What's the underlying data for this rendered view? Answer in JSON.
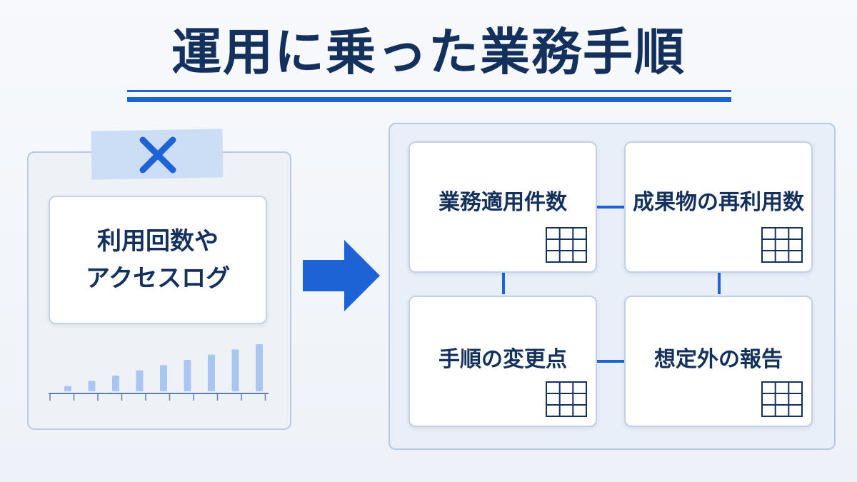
{
  "title": "運用に乗った業務手順",
  "left": {
    "card_lines": [
      "利用回数や",
      "アクセスログ"
    ],
    "bar_chart": {
      "relative_heights": [
        1,
        2,
        3,
        4,
        5,
        6,
        7,
        8,
        9
      ]
    }
  },
  "right": {
    "boxes": [
      {
        "label": "業務適用件数"
      },
      {
        "label": "成果物の再利用数"
      },
      {
        "label": "手順の変更点"
      },
      {
        "label": "想定外の報告"
      }
    ]
  },
  "colors": {
    "title": "#14305c",
    "accent": "#1e63d6",
    "bar": "#a8c6f0",
    "panel_border": "#b9cbe6"
  },
  "icons": {
    "reject": "x-icon",
    "flow": "arrow-right-icon",
    "table": "table-grid-icon"
  }
}
